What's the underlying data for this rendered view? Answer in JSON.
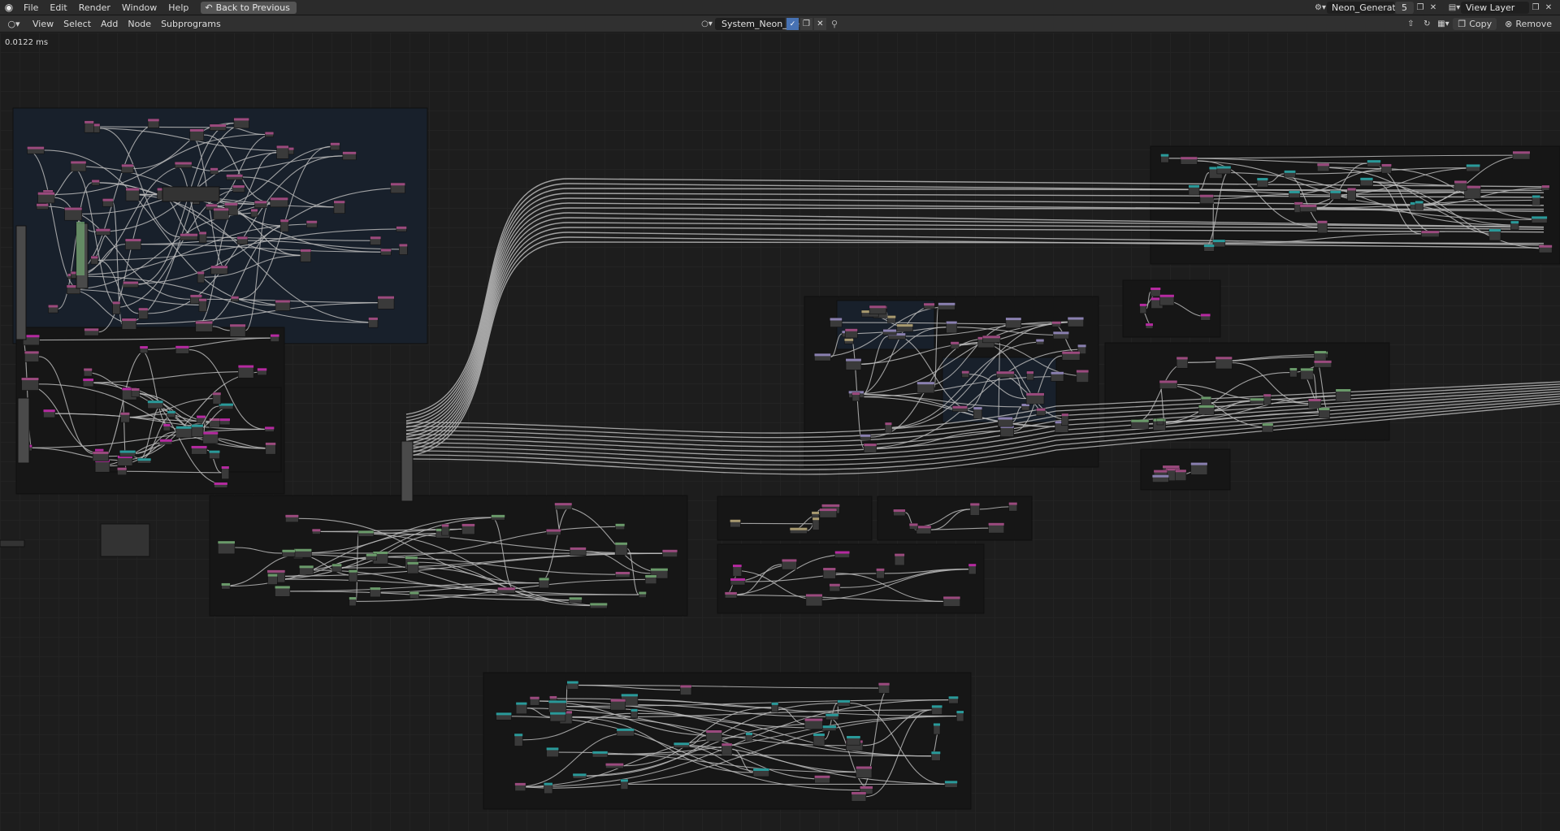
{
  "topbar": {
    "menus": [
      "File",
      "Edit",
      "Render",
      "Window",
      "Help"
    ],
    "back_label": "Back to Previous",
    "scene_name": "Neon_Generator",
    "scene_users": "5",
    "view_layer": "View Layer"
  },
  "editor": {
    "menus": [
      "View",
      "Select",
      "Add",
      "Node",
      "Subprograms"
    ],
    "tree_name": "System_Neon_Gen",
    "copy_label": "Copy",
    "remove_label": "Remove"
  },
  "canvas": {
    "timing": "0.0122 ms"
  },
  "colors": {
    "frame_dark": "#161616",
    "frame_blue": "#18202b",
    "wire": "#b8b8b8",
    "node_header_pink": "#9b4a7e",
    "node_header_magenta": "#b52aa0",
    "node_header_teal": "#2a9a9a",
    "node_header_green": "#6a9a6a",
    "node_header_lavender": "#8a80b0",
    "node_header_tan": "#a89a70"
  }
}
